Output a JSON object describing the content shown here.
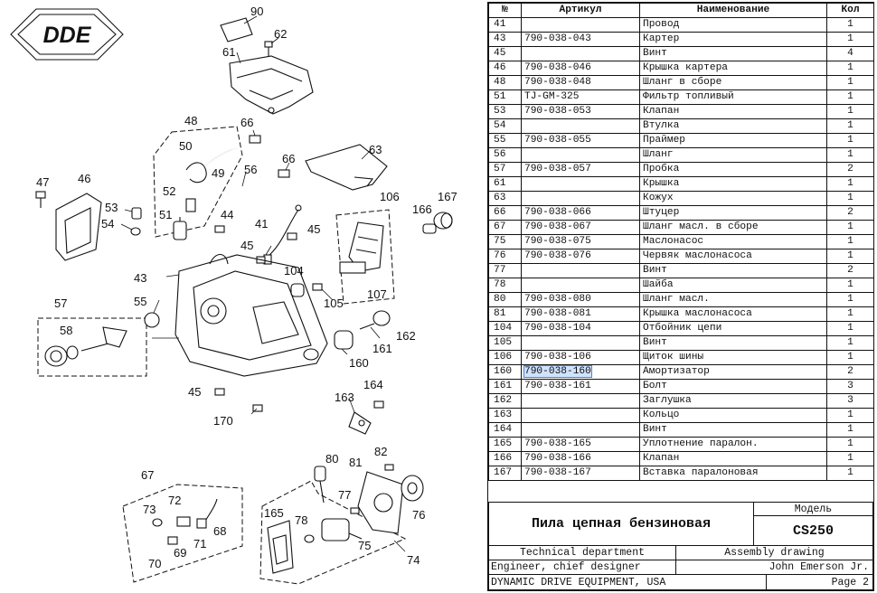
{
  "logo": {
    "text": "DDE"
  },
  "callouts": [
    "90",
    "62",
    "61",
    "48",
    "66",
    "50",
    "49",
    "56",
    "66",
    "63",
    "47",
    "46",
    "52",
    "53",
    "54",
    "51",
    "44",
    "41",
    "45",
    "106",
    "166",
    "167",
    "45",
    "104",
    "43",
    "105",
    "107",
    "57",
    "55",
    "58",
    "162",
    "161",
    "160",
    "45",
    "164",
    "163",
    "170",
    "80",
    "82",
    "81",
    "67",
    "73",
    "72",
    "68",
    "77",
    "165",
    "78",
    "76",
    "69",
    "71",
    "75",
    "70",
    "74"
  ],
  "table": {
    "headers": {
      "num": "№",
      "article": "Артикул",
      "name": "Наименование",
      "qty": "Кол"
    },
    "rows": [
      {
        "num": "41",
        "article": "",
        "name": "Провод",
        "qty": "1"
      },
      {
        "num": "43",
        "article": "790-038-043",
        "name": "Картер",
        "qty": "1"
      },
      {
        "num": "45",
        "article": "",
        "name": "Винт",
        "qty": "4"
      },
      {
        "num": "46",
        "article": "790-038-046",
        "name": "Крышка картера",
        "qty": "1"
      },
      {
        "num": "48",
        "article": "790-038-048",
        "name": "Шланг в сборе",
        "qty": "1"
      },
      {
        "num": "51",
        "article": "TJ-GM-325",
        "name": "Фильтр топливый",
        "qty": "1"
      },
      {
        "num": "53",
        "article": "790-038-053",
        "name": "Клапан",
        "qty": "1"
      },
      {
        "num": "54",
        "article": "",
        "name": "Втулка",
        "qty": "1"
      },
      {
        "num": "55",
        "article": "790-038-055",
        "name": "Праймер",
        "qty": "1"
      },
      {
        "num": "56",
        "article": "",
        "name": "Шланг",
        "qty": "1"
      },
      {
        "num": "57",
        "article": "790-038-057",
        "name": "Пробка",
        "qty": "2"
      },
      {
        "num": "61",
        "article": "",
        "name": "Крышка",
        "qty": "1"
      },
      {
        "num": "63",
        "article": "",
        "name": "Кожух",
        "qty": "1"
      },
      {
        "num": "66",
        "article": "790-038-066",
        "name": "Штуцер",
        "qty": "2"
      },
      {
        "num": "67",
        "article": "790-038-067",
        "name": "Шланг масл. в сборе",
        "qty": "1"
      },
      {
        "num": "75",
        "article": "790-038-075",
        "name": "Маслонасос",
        "qty": "1"
      },
      {
        "num": "76",
        "article": "790-038-076",
        "name": "Червяк маслонасоса",
        "qty": "1"
      },
      {
        "num": "77",
        "article": "",
        "name": "Винт",
        "qty": "2"
      },
      {
        "num": "78",
        "article": "",
        "name": "Шайба",
        "qty": "1"
      },
      {
        "num": "80",
        "article": "790-038-080",
        "name": "Шланг масл.",
        "qty": "1"
      },
      {
        "num": "81",
        "article": "790-038-081",
        "name": "Крышка маслонасоса",
        "qty": "1"
      },
      {
        "num": "104",
        "article": "790-038-104",
        "name": "Отбойник цепи",
        "qty": "1"
      },
      {
        "num": "105",
        "article": "",
        "name": "Винт",
        "qty": "1"
      },
      {
        "num": "106",
        "article": "790-038-106",
        "name": "Щиток шины",
        "qty": "1"
      },
      {
        "num": "160",
        "article": "790-038-160",
        "name": "Амортизатор",
        "qty": "2",
        "highlight": true
      },
      {
        "num": "161",
        "article": "790-038-161",
        "name": "Болт",
        "qty": "3"
      },
      {
        "num": "162",
        "article": "",
        "name": "Заглушка",
        "qty": "3"
      },
      {
        "num": "163",
        "article": "",
        "name": "Кольцо",
        "qty": "1"
      },
      {
        "num": "164",
        "article": "",
        "name": "Винт",
        "qty": "1"
      },
      {
        "num": "165",
        "article": "790-038-165",
        "name": "Уплотнение паралон.",
        "qty": "1"
      },
      {
        "num": "166",
        "article": "790-038-166",
        "name": "Клапан",
        "qty": "1"
      },
      {
        "num": "167",
        "article": "790-038-167",
        "name": "Вставка паралоновая",
        "qty": "1"
      }
    ]
  },
  "titleblock": {
    "product_name": "Пила цепная бензиновая",
    "model_label": "Модель",
    "model": "CS250",
    "department": "Technical department",
    "doc_type": "Assembly drawing",
    "role": "Engineer, chief designer",
    "engineer": "John Emerson Jr.",
    "company": "DYNAMIC DRIVE EQUIPMENT, USA",
    "page": "Page 2"
  }
}
